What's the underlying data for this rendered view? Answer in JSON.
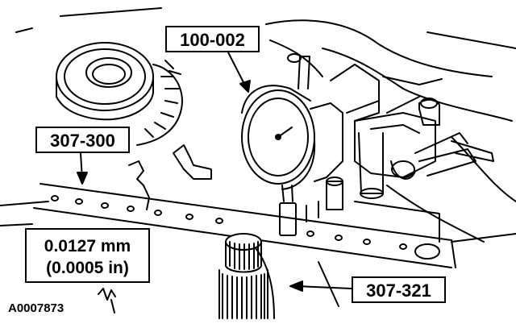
{
  "figure": {
    "callouts": {
      "dial_indicator": "100-002",
      "straight_edge": "307-300",
      "lower_tool": "307-321"
    },
    "specification": {
      "metric": "0.0127 mm",
      "imperial": "(0.0005 in)"
    },
    "figure_id": "A0007873"
  }
}
